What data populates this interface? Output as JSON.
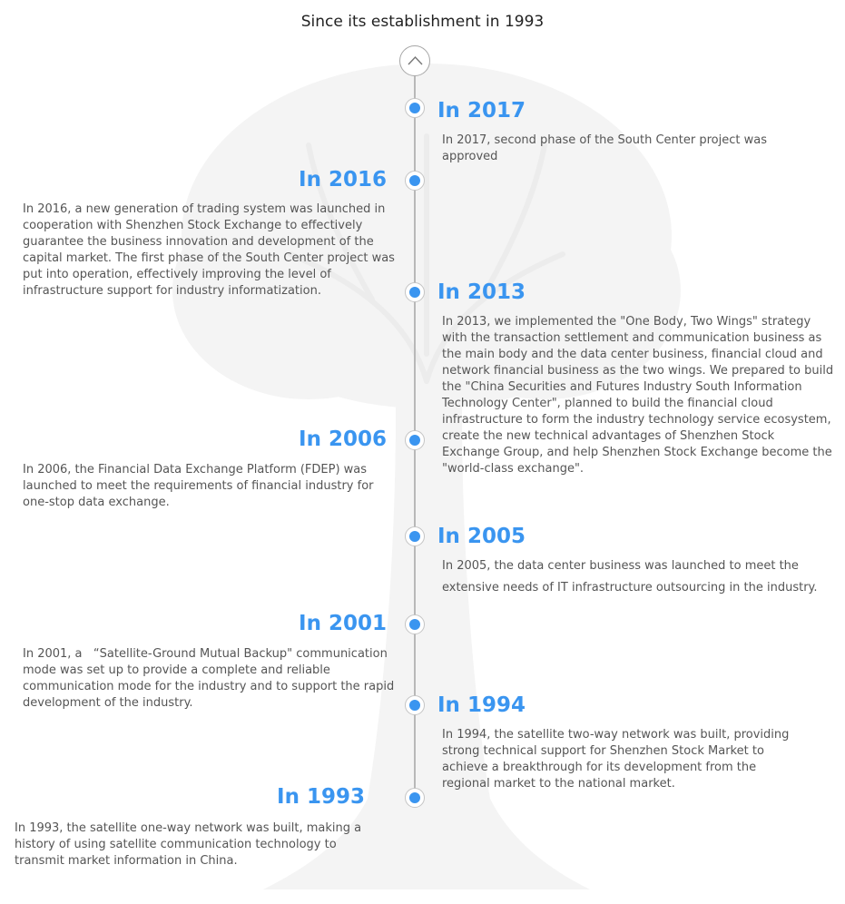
{
  "page": {
    "title": "Since its establishment in 1993",
    "accent_color": "#3a95f0"
  },
  "icons": {
    "up": "chevron-up-icon",
    "background": "tree-icon"
  },
  "milestones": [
    {
      "year": "In 2017",
      "side": "right",
      "text": "In 2017, second phase of the South Center project was approved"
    },
    {
      "year": "In 2016",
      "side": "left",
      "text": "In 2016, a new generation of trading system was launched in cooperation with Shenzhen Stock Exchange to effectively guarantee the business innovation and development of the capital market. The first phase of the South Center project was put into operation, effectively improving the level of infrastructure support for industry informatization."
    },
    {
      "year": "In 2013",
      "side": "right",
      "text": "In 2013, we implemented the \"One Body, Two Wings\" strategy with the transaction settlement and communication business as the main body and the data center business, financial cloud and network financial business as the two wings. We prepared to build the \"China Securities and Futures Industry South Information Technology Center\", planned to build the financial cloud infrastructure to form the industry technology service ecosystem, create the new technical advantages of Shenzhen Stock Exchange Group, and help Shenzhen Stock Exchange become the \"world-class exchange\"."
    },
    {
      "year": "In 2006",
      "side": "left",
      "text": "In 2006, the Financial Data Exchange Platform (FDEP) was launched to meet the requirements of financial industry for one-stop data exchange."
    },
    {
      "year": "In 2005",
      "side": "right",
      "text": "In 2005, the data center business was launched to meet the extensive needs of IT infrastructure outsourcing in the industry."
    },
    {
      "year": "In 2001",
      "side": "left",
      "text": "In 2001, a   “Satellite-Ground Mutual Backup\" communication mode was set up to provide a complete and reliable communication mode for the industry and to support the rapid development of the industry."
    },
    {
      "year": "In 1994",
      "side": "right",
      "text": "In 1994, the satellite two-way network was built, providing strong technical support for Shenzhen Stock Market to achieve a breakthrough for its development from the regional market to the national market."
    },
    {
      "year": "In 1993",
      "side": "left",
      "text": "In 1993, the satellite one-way network was built, making a history of using satellite communication technology to transmit market information in China."
    }
  ]
}
